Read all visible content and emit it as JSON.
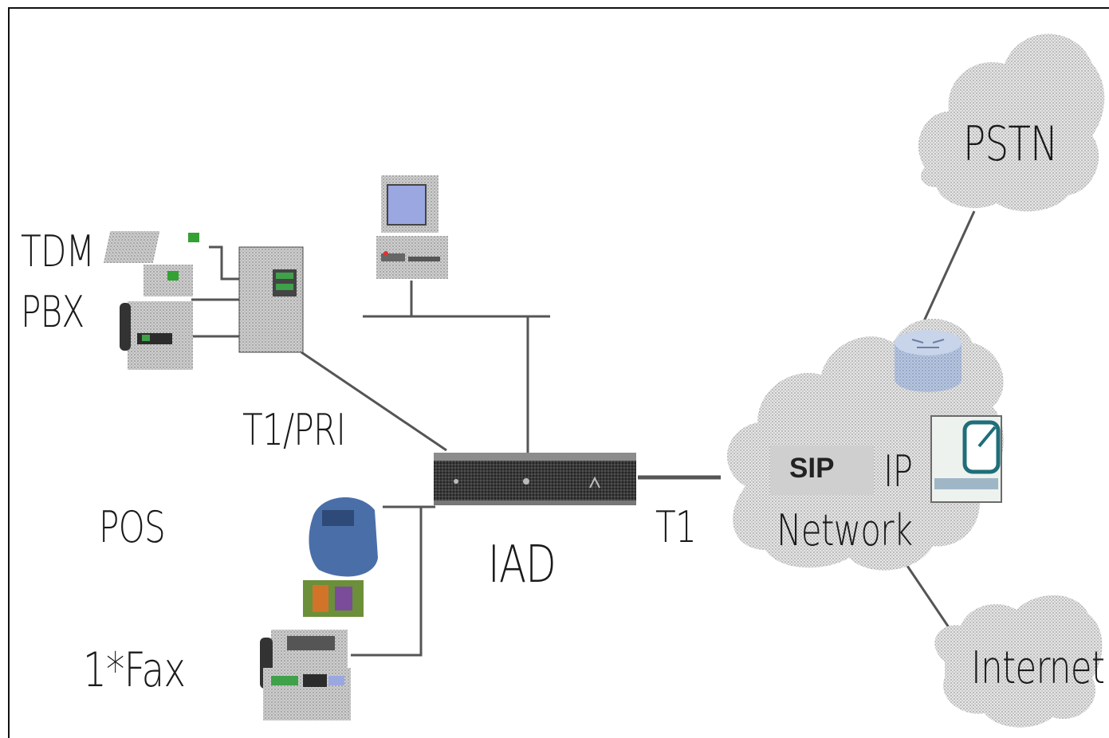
{
  "labels": {
    "tdm": "TDM",
    "pbx": "PBX",
    "t1pri": "T1/PRI",
    "pos": "POS",
    "fax": "1*Fax",
    "iad": "IAD",
    "t1": "T1",
    "sip": "SIP",
    "ip": "IP",
    "network": "Network",
    "pstn": "PSTN",
    "internet": "Internet"
  },
  "colors": {
    "cloud": "#d4d4d4",
    "device_dark": "#2b2b2b",
    "screen": "#9aa7e0",
    "router": "#a9bdd8",
    "sip_box": "#cfcfcf",
    "line": "#555555"
  }
}
